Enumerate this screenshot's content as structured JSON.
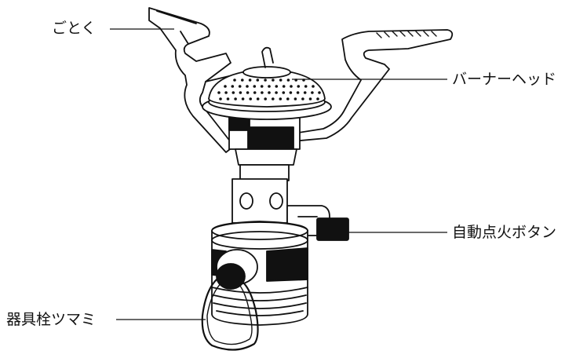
{
  "diagram": {
    "subject": "portable gas stove",
    "colors": {
      "line": "#111111",
      "fill": "#ffffff",
      "dark": "#111111",
      "mid": "#444444"
    },
    "labels": {
      "gotoku": "ごとく",
      "burner_head": "バーナーヘッド",
      "auto_ignition_button": "自動点火ボタン",
      "valve_knob": "器具栓ツマミ"
    }
  }
}
